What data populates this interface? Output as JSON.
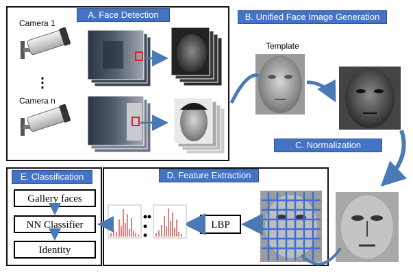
{
  "panels": {
    "face_detection": {
      "title": "A. Face Detection"
    },
    "unified_generation": {
      "title": "B. Unified Face Image Generation"
    },
    "normalization": {
      "title": "C. Normalization"
    },
    "feature_extraction": {
      "title": "D. Feature Extraction"
    },
    "classification": {
      "title": "E. Classification"
    }
  },
  "cameras": {
    "first": "Camera 1",
    "ellipsis": "⋮",
    "last": "Camera n"
  },
  "template_label": "Template",
  "classification_boxes": {
    "gallery": "Gallery faces",
    "classifier": "NN Classifier",
    "identity": "Identity"
  },
  "lbp_label": "LBP",
  "colors": {
    "badge": "#4472c4",
    "arrow": "#4a7ab5",
    "detection_box": "#e02020",
    "histogram": "#c00000"
  }
}
